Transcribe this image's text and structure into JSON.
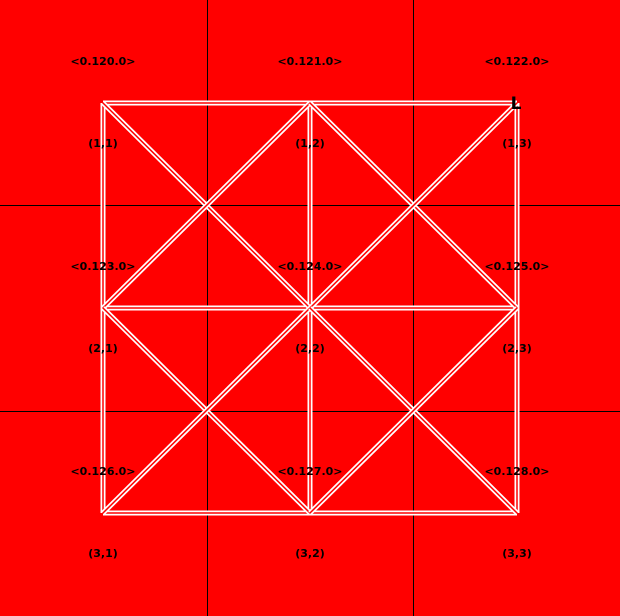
{
  "colors": {
    "background": "#ff0000",
    "grid_line": "#000000",
    "overlay_line": "#ffffff",
    "text": "#000000"
  },
  "grid": {
    "rows": 3,
    "cols": 3
  },
  "cells": [
    {
      "id": "<0.120.0>",
      "coord": "(1,1)"
    },
    {
      "id": "<0.121.0>",
      "coord": "(1,2)"
    },
    {
      "id": "<0.122.0>",
      "coord": "(1,3)"
    },
    {
      "id": "<0.123.0>",
      "coord": "(2,1)"
    },
    {
      "id": "<0.124.0>",
      "coord": "(2,2)"
    },
    {
      "id": "<0.125.0>",
      "coord": "(2,3)"
    },
    {
      "id": "<0.126.0>",
      "coord": "(3,1)"
    },
    {
      "id": "<0.127.0>",
      "coord": "(3,2)"
    },
    {
      "id": "<0.128.0>",
      "coord": "(3,3)"
    }
  ],
  "corner_marker": "L"
}
